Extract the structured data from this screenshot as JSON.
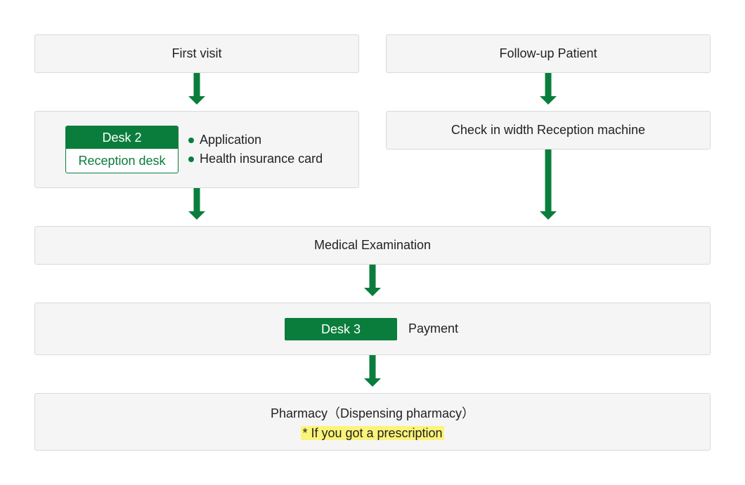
{
  "first_visit": {
    "label": "First visit"
  },
  "follow_up": {
    "label": "Follow-up Patient"
  },
  "reception": {
    "desk_label": "Desk 2",
    "desk_sublabel": "Reception desk",
    "items": [
      "Application",
      "Health insurance card"
    ]
  },
  "check_in": {
    "label": "Check in width Reception machine"
  },
  "medical_exam": {
    "label": "Medical Examination"
  },
  "payment": {
    "desk_label": "Desk 3",
    "label": "Payment"
  },
  "pharmacy": {
    "label": "Pharmacy（Dispensing pharmacy）",
    "note": "* If you got a prescription"
  },
  "colors": {
    "accent": "#0a7d3c",
    "box_bg": "#f5f5f5",
    "highlight": "#fbf47a"
  }
}
